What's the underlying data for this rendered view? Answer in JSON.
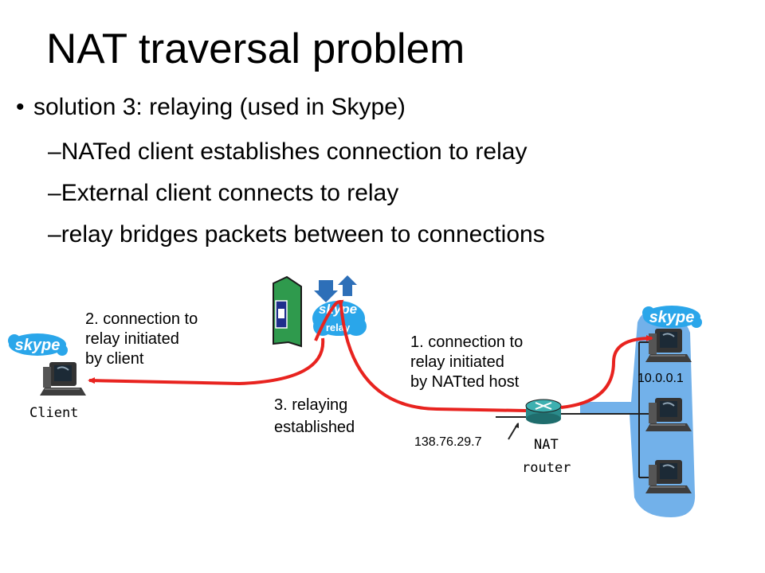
{
  "slide": {
    "title": "NAT traversal problem",
    "bullet": "solution 3: relaying (used in Skype)",
    "sub_bullets": [
      "NATed client establishes connection to relay",
      "External client connects to relay",
      "relay bridges packets between to connections"
    ]
  },
  "diagram": {
    "relay_logo": "skype",
    "relay_label": "relay",
    "client_logo": "skype",
    "host_logo": "skype",
    "label_client_connection": [
      "2. connection to",
      "relay initiated",
      "by client"
    ],
    "label_nat_connection": [
      "1. connection to",
      "relay initiated",
      "by NATted host"
    ],
    "label_relaying": [
      "3. relaying",
      "established"
    ],
    "client_label": "Client",
    "nat_label": "NAT",
    "router_label": "router",
    "nat_public_ip": "138.76.29.7",
    "private_ip": "10.0.0.1",
    "colors": {
      "connection": "#e8231f",
      "network": "#59a3e6",
      "server": "#2f9a4d"
    }
  }
}
